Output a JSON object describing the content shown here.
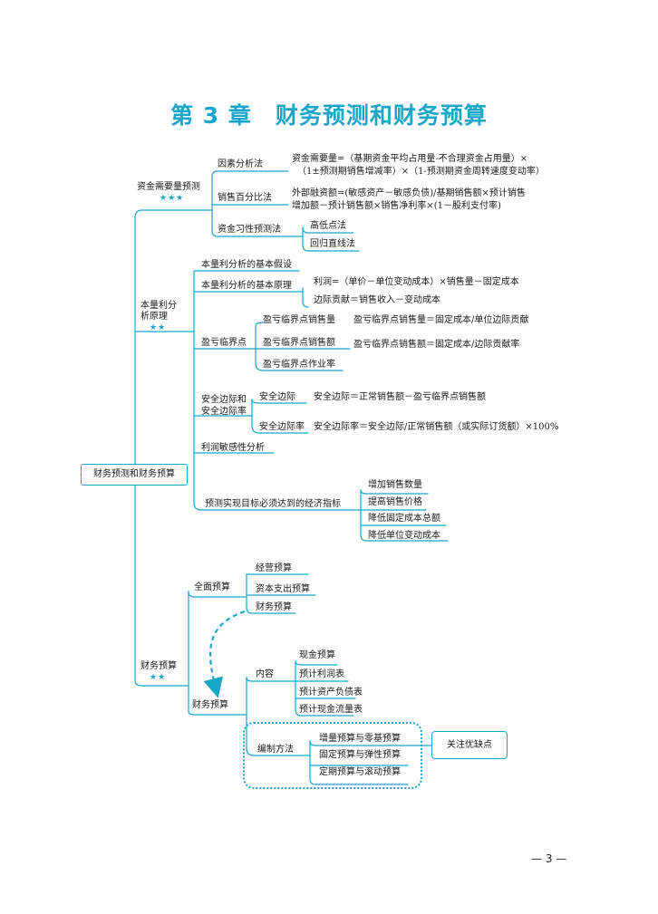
{
  "title": {
    "chapter": "第 3 章",
    "name": "财务预测和财务预算"
  },
  "root": "财务预测和财务预算",
  "stars": {
    "three": "★★★",
    "two": "★★"
  },
  "capital": {
    "label": "资金需要量预测",
    "factor": {
      "label": "因素分析法",
      "formula_line1": "资金需要量=（基期资金平均占用量-不合理资金占用量）×",
      "formula_line2": "（1±预测期销售增减率）×（1-预测期资金周转速度变动率）"
    },
    "percent": {
      "label": "销售百分比法",
      "formula_line1": "外部融资额=(敏感资产－敏感负债)/基期销售额×预计销售",
      "formula_line2": "增加额－预计销售额×销售净利率×(1－股利支付率)"
    },
    "habit": {
      "label": "资金习性预测法",
      "methods": [
        "高低点法",
        "回归直线法"
      ]
    }
  },
  "cvp": {
    "label_line1": "本量利分",
    "label_line2": "析原理",
    "assumption": "本量利分析的基本假设",
    "principle": {
      "label": "本量利分析的基本原理",
      "profit": "利润=（单价－单位变动成本）×销售量－固定成本",
      "margin": "边际贡献＝销售收入－变动成本"
    },
    "breakeven": {
      "label": "盈亏临界点",
      "volume_label": "盈亏临界点销售量",
      "volume_formula": "盈亏临界点销售量＝固定成本/单位边际贡献",
      "amount_label": "盈亏临界点销售额",
      "amount_formula": "盈亏临界点销售额＝固定成本/边际贡献率",
      "rate_label": "盈亏临界点作业率"
    },
    "safety": {
      "label_line1": "安全边际和",
      "label_line2": "安全边际率",
      "margin_label": "安全边际",
      "margin_formula": "安全边际＝正常销售额－盈亏临界点销售额",
      "rate_label": "安全边际率",
      "rate_formula": "安全边际率＝安全边际/正常销售额（或实际订货额）×100%"
    },
    "sensitivity": "利润敏感性分析",
    "target": {
      "label": "预测实现目标必须达到的经济指标",
      "items": [
        "增加销售数量",
        "提高销售价格",
        "降低固定成本总额",
        "降低单位变动成本"
      ]
    }
  },
  "budget": {
    "label": "财务预算",
    "comprehensive": {
      "label": "全面预算",
      "items": [
        "经营预算",
        "资本支出预算",
        "财务预算"
      ]
    },
    "financial": {
      "label": "财务预算",
      "content": {
        "label": "内容",
        "items": [
          "现金预算",
          "预计利润表",
          "预计资产负债表",
          "预计现金流量表"
        ]
      },
      "method": {
        "label": "编制方法",
        "items": [
          "增量预算与零基预算",
          "固定预算与弹性预算",
          "定期预算与滚动预算"
        ]
      },
      "note": "关注优缺点"
    }
  },
  "page_number": "— 3 —",
  "colors": {
    "accent": "#19a6c9",
    "text": "#1a1a1a"
  }
}
